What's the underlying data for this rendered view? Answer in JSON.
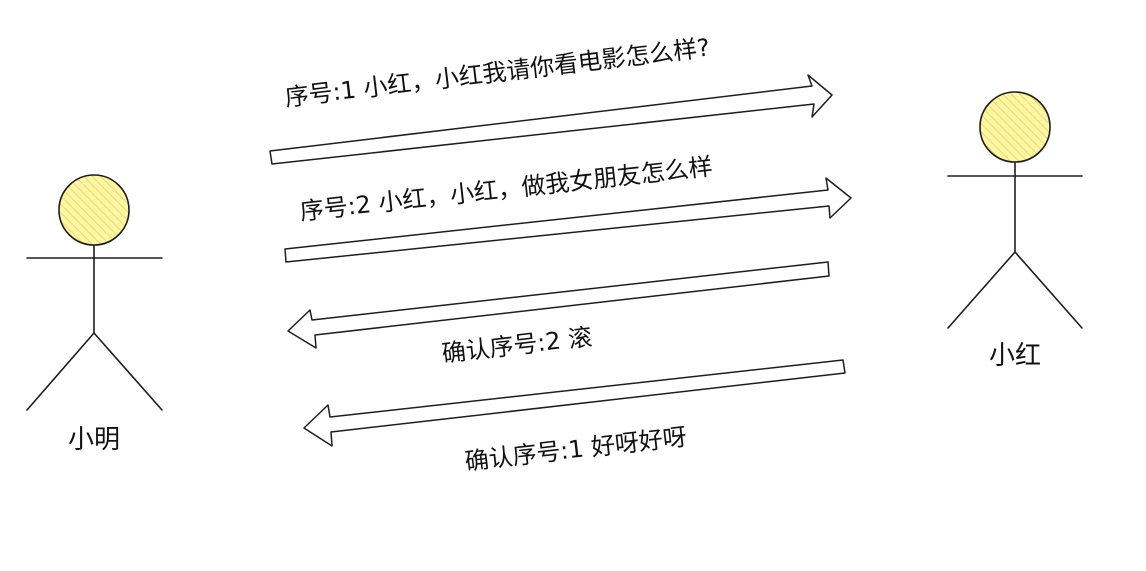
{
  "actors": {
    "left": {
      "name": "小明"
    },
    "right": {
      "name": "小红"
    }
  },
  "messages": [
    {
      "text": "序号:1 小红，小红我请你看电影怎么样?",
      "direction": "left-to-right"
    },
    {
      "text": "序号:2  小红，小红，做我女朋友怎么样",
      "direction": "left-to-right"
    },
    {
      "text": "确认序号:2 滚",
      "direction": "right-to-left"
    },
    {
      "text": "确认序号:1  好呀好呀",
      "direction": "right-to-left"
    }
  ],
  "colors": {
    "stroke": "#1e1e1e",
    "head_fill": "#fff7a8",
    "head_hatch": "#f0d860"
  }
}
